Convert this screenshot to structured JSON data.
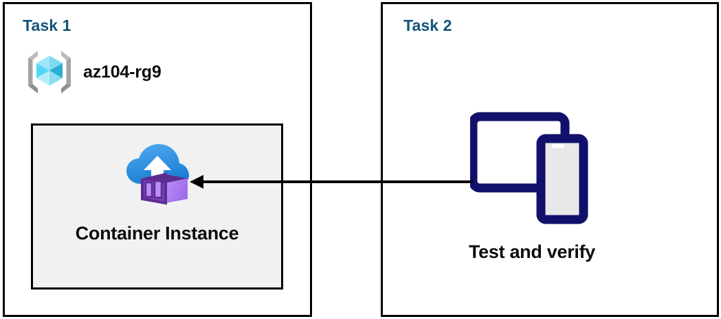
{
  "diagram": {
    "title": "Azure container instance task diagram",
    "background": "#ffffff",
    "panels": [
      {
        "id": "task1",
        "title": "Task 1",
        "title_color": "#13547a",
        "resource_group": {
          "name": "az104-rg9",
          "icon": "azure-resource-group-icon"
        },
        "resource": {
          "label": "Container Instance",
          "icon": "azure-container-instance-icon",
          "box_fill": "#f1f1f1",
          "box_border": "#000000"
        }
      },
      {
        "id": "task2",
        "title": "Task 2",
        "title_color": "#13547a",
        "item": {
          "label": "Test and verify",
          "icon": "tablet-and-phone-devices-icon",
          "icon_color": "#11116b"
        }
      }
    ],
    "connector": {
      "name": "arrow-task2-to-container-instance",
      "direction": "right-to-left",
      "color": "#000000",
      "from": "Test and verify",
      "to": "Container Instance"
    }
  }
}
